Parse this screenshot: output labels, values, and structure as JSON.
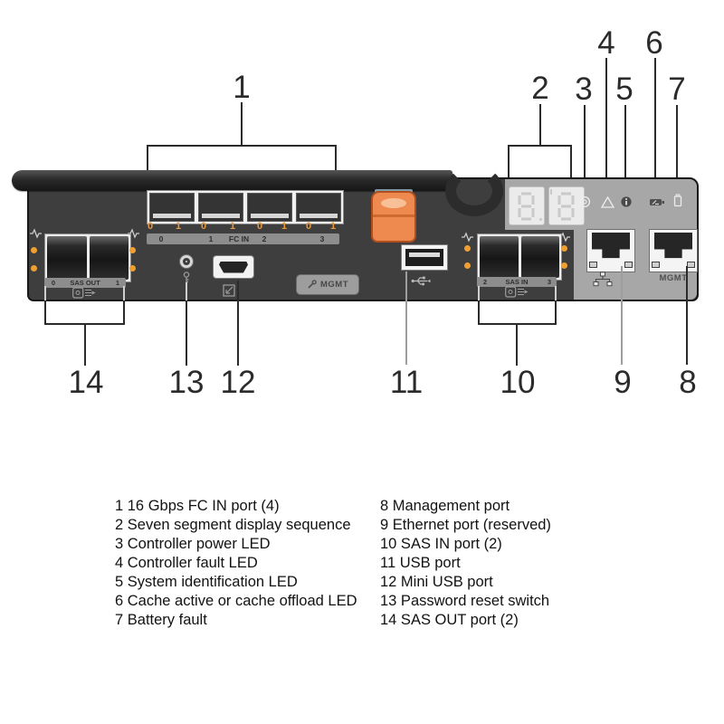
{
  "colors": {
    "panel_dark": "#3e3e3e",
    "panel_light": "#a7a7a7",
    "latch_orange": "#ee8950",
    "latch_border": "#b04e1e",
    "led_orange": "#f0a030",
    "digit_orange": "#e89a3c",
    "line_dark": "#2b2b2b",
    "line_gray": "#9e9e9e"
  },
  "callouts": {
    "top": [
      "1",
      "2",
      "3",
      "4",
      "5",
      "6",
      "7"
    ],
    "bottom": [
      "14",
      "13",
      "12",
      "11",
      "10",
      "9",
      "8"
    ]
  },
  "panel": {
    "fc": {
      "digits": [
        "0",
        "1",
        "0",
        "1",
        "0",
        "1",
        "0",
        "1"
      ],
      "strip": [
        "0",
        "1",
        "FC IN",
        "2",
        "3"
      ]
    },
    "sas_out": {
      "left_num": "0",
      "label": "SAS OUT",
      "right_num": "1"
    },
    "sas_in": {
      "left_num": "2",
      "label": "SAS IN",
      "right_num": "3"
    },
    "display_digits": [
      "8",
      "8"
    ],
    "mgmt_button_label": "MGMT",
    "mgmt_port_label": "MGMT"
  },
  "legend": {
    "left": [
      "1 16 Gbps FC IN port (4)",
      "2 Seven segment display sequence",
      "3 Controller power LED",
      "4 Controller fault LED",
      "5 System identification LED",
      "6 Cache active or cache offload LED",
      "7 Battery fault"
    ],
    "right": [
      "8 Management port",
      "9 Ethernet port (reserved)",
      "10 SAS IN port (2)",
      "11 USB port",
      "12 Mini USB port",
      "13 Password reset switch",
      "14 SAS OUT port (2)"
    ]
  }
}
